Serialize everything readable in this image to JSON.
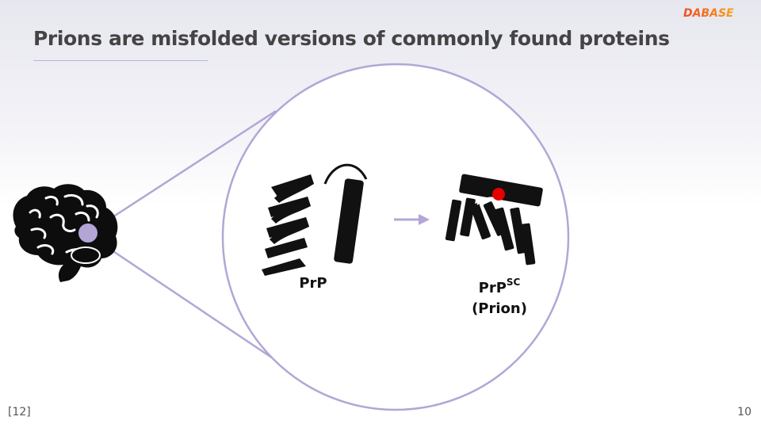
{
  "slide": {
    "title": "Prions are misfolded versions of commonly found proteins",
    "citation": "[12]",
    "page_number": "10"
  },
  "logo": {
    "text": "DABASE",
    "colors": [
      "#f04e23",
      "#f7a21b"
    ]
  },
  "diagram": {
    "brain_icon": "brain-icon",
    "accent_color": "#b3a6d6",
    "prp": {
      "label": "PrP"
    },
    "prpsc": {
      "label_main": "PrP",
      "label_sup": "SC",
      "label_sub": "(Prion)",
      "marker_color": "#e60000"
    },
    "arrow_color": "#b3a6d6"
  }
}
